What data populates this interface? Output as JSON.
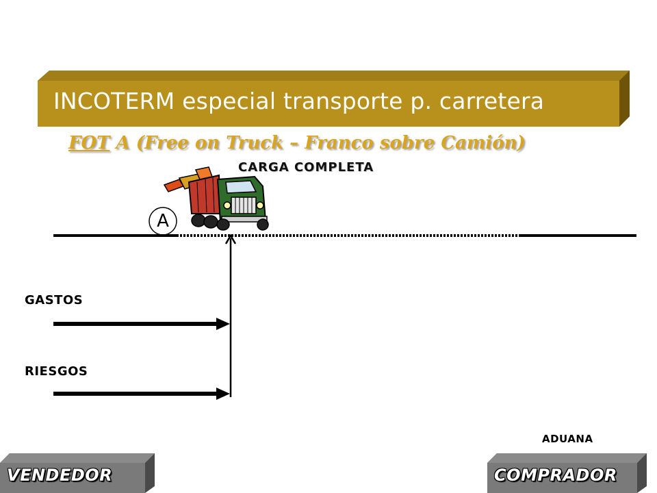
{
  "banner": {
    "title": "INCOTERM especial transporte p. carretera",
    "color": "#b8901c"
  },
  "subtitle": {
    "fot": "FOT",
    "rest": " A (Free on Truck – Franco sobre Camión)"
  },
  "carga": "CARGA COMPLETA",
  "marker": "A",
  "labels": {
    "gastos": "GASTOS",
    "riesgos": "RIESGOS",
    "aduana": "ADUANA"
  },
  "parties": {
    "vendedor": "VENDEDOR",
    "comprador": "COMPRADOR"
  },
  "icons": {
    "truck": "dump-truck-icon"
  }
}
